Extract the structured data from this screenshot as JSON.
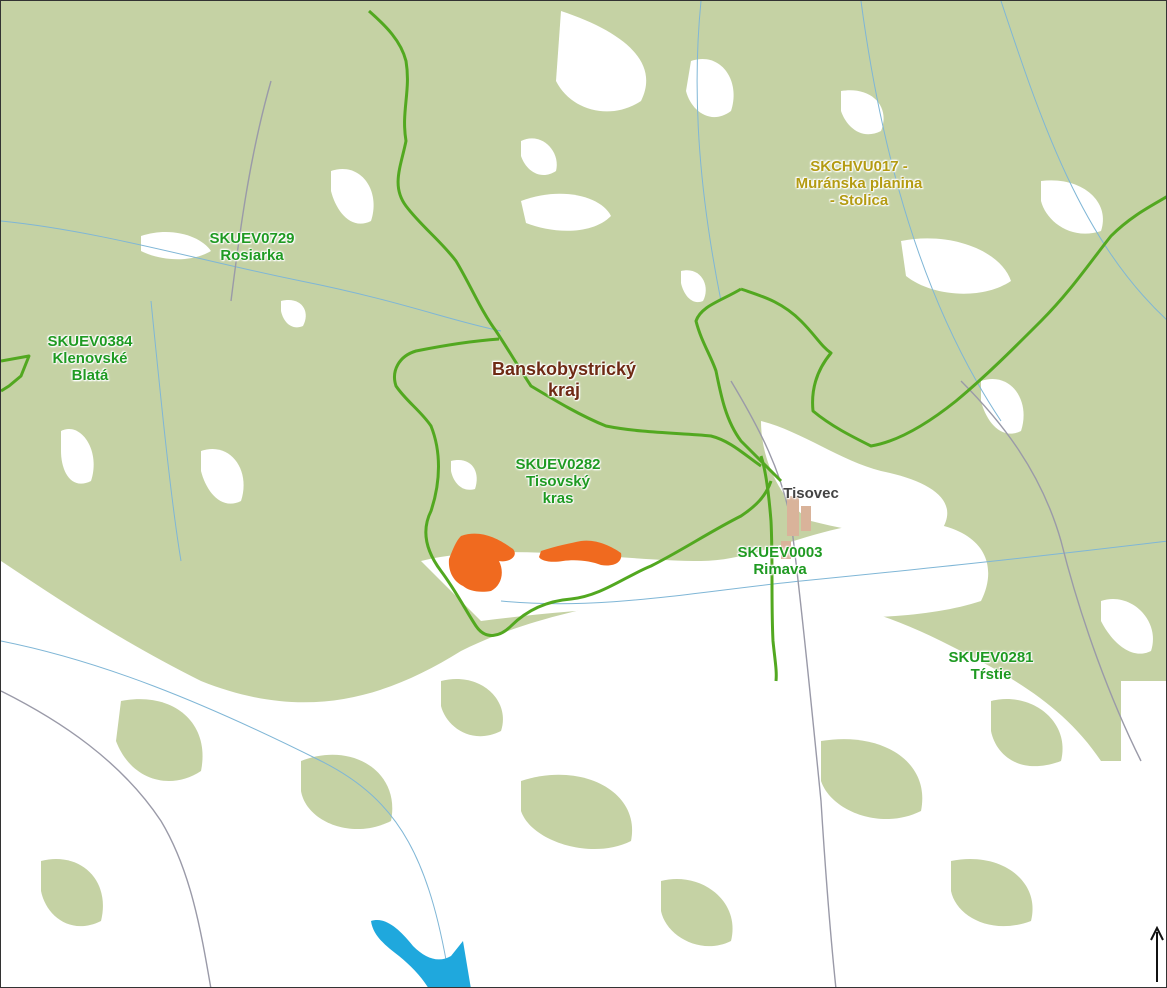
{
  "map": {
    "colors": {
      "forest": "#c5d2a4",
      "open_land": "#ffffff",
      "boundary": "#52a820",
      "site": "#f06a1f",
      "water": "#1fa8dd",
      "stream": "#7fb6d6",
      "road": "#9a9aa8",
      "settlement": "#d9b39a"
    },
    "labels": {
      "skuev0729_code": "SKUEV0729",
      "skuev0729_name": "Rosiarka",
      "skuev0384_code": "SKUEV0384",
      "skuev0384_name1": "Klenovské",
      "skuev0384_name2": "Blatá",
      "skchvu017_code": "SKCHVU017 -",
      "skchvu017_name1": "Muránska planina",
      "skchvu017_name2": "- Stolica",
      "region_name1": "Banskobystrický",
      "region_name2": "kraj",
      "skuev0282_code": "SKUEV0282",
      "skuev0282_name1": "Tisovský",
      "skuev0282_name2": "kras",
      "town": "Tisovec",
      "skuev0003_code": "SKUEV0003",
      "skuev0003_name": "Rimava",
      "skuev0281_code": "SKUEV0281",
      "skuev0281_name": "Tŕstie"
    },
    "north_arrow": "north-arrow-icon"
  }
}
